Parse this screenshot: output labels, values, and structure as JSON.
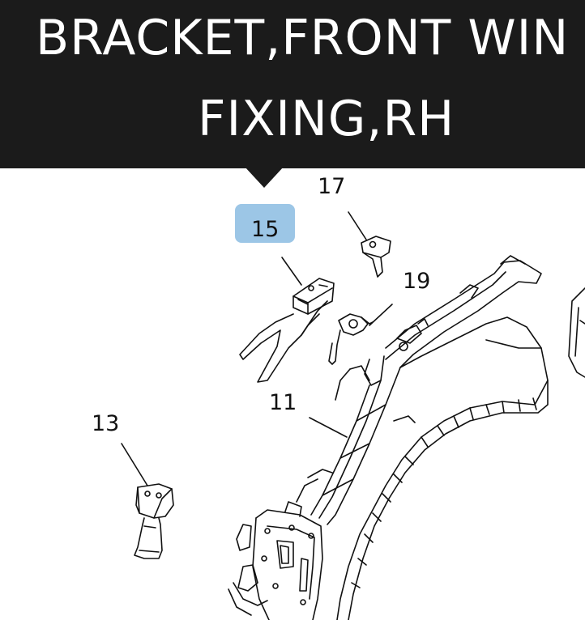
{
  "title": {
    "line1": "BRACKET,FRONT WIN",
    "line2": "FIXING,RH"
  },
  "callouts": {
    "c11": "11",
    "c13": "13",
    "c15": "15",
    "c17": "17",
    "c19": "19"
  },
  "highlighted_callout": "15",
  "colors": {
    "banner": "#1b1b1b",
    "banner_text": "#ffffff",
    "highlight": "#9cc6e6",
    "line_art": "#111111",
    "background": "#ffffff"
  }
}
